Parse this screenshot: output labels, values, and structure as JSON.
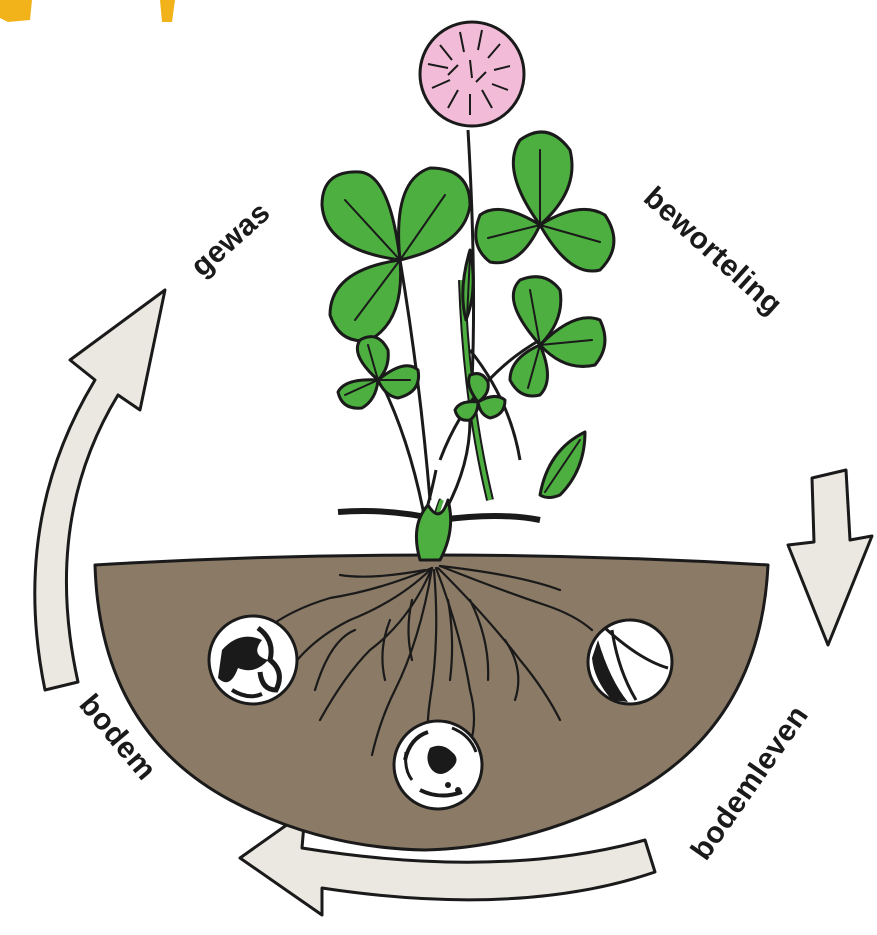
{
  "labels": {
    "crop": "gewas",
    "rooting": "beworteling",
    "soil_life": "bodemleven",
    "soil": "bodem"
  },
  "colors": {
    "soil": "#8a7a66",
    "leaf": "#4caf3f",
    "arrow": "#ebe8e1",
    "flower": "#f2bcd8",
    "outline": "#1a1a1a"
  },
  "icons": {
    "arrow_top_left": "curved-arrow-up-icon",
    "arrow_right": "arrow-down-icon",
    "arrow_bottom": "curved-arrow-left-icon"
  }
}
